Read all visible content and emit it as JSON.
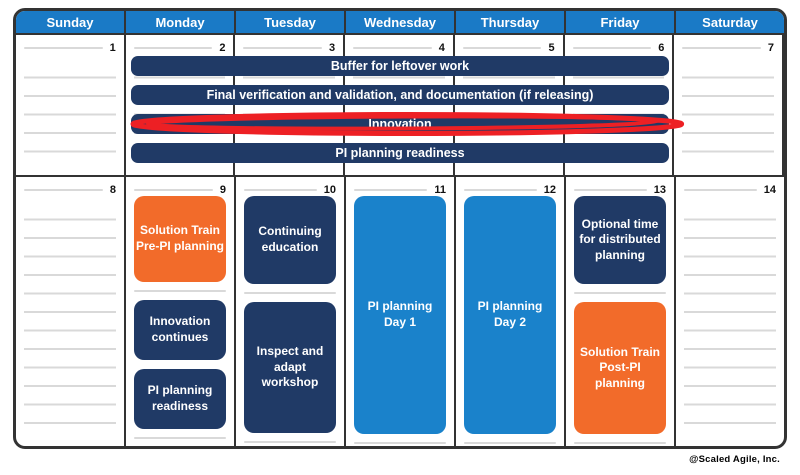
{
  "day_headers": [
    "Sunday",
    "Monday",
    "Tuesday",
    "Wednesday",
    "Thursday",
    "Friday",
    "Saturday"
  ],
  "week1": {
    "dates": [
      "1",
      "2",
      "3",
      "4",
      "5",
      "6",
      "7"
    ],
    "bars": [
      {
        "label": "Buffer for leftover work",
        "highlighted": false
      },
      {
        "label": "Final verification and validation, and documentation (if releasing)",
        "highlighted": false
      },
      {
        "label": "Innovation",
        "highlighted": true,
        "annotation": "red-ellipse"
      },
      {
        "label": "PI planning readiness",
        "highlighted": false
      }
    ]
  },
  "week2": {
    "dates": [
      "8",
      "9",
      "10",
      "11",
      "12",
      "13",
      "14"
    ],
    "events": {
      "sunday": [],
      "monday": [
        {
          "label": "Solution Train Pre-PI planning",
          "color": "orange"
        },
        {
          "label": "Innovation continues",
          "color": "navy"
        },
        {
          "label": "PI planning readiness",
          "color": "navy"
        }
      ],
      "tuesday": [
        {
          "label": "Continuing education",
          "color": "navy"
        },
        {
          "label": "Inspect and adapt workshop",
          "color": "navy"
        }
      ],
      "wednesday": [
        {
          "label": "PI planning Day 1",
          "color": "blue"
        }
      ],
      "thursday": [
        {
          "label": "PI planning Day 2",
          "color": "blue"
        }
      ],
      "friday": [
        {
          "label": "Optional time for distributed planning",
          "color": "navy"
        },
        {
          "label": "Solution Train Post-PI planning",
          "color": "orange"
        }
      ],
      "saturday": []
    }
  },
  "attribution": "@Scaled Agile, Inc.",
  "colors": {
    "header_blue": "#1a7ac6",
    "event_blue": "#1a82cb",
    "navy": "#203a66",
    "orange": "#f26b2a",
    "highlight_red": "#ed2024",
    "grid": "#333333",
    "ruled_line": "#d9d9d9"
  }
}
